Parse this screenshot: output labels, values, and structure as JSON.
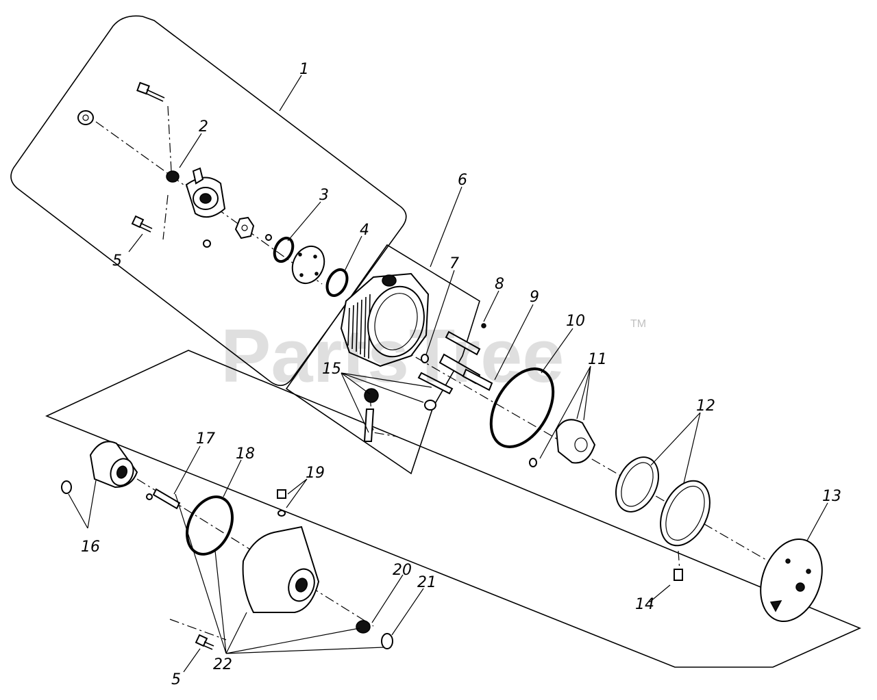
{
  "watermark": {
    "text": "PartsTree",
    "trademark": "TM"
  },
  "callouts": [
    "1",
    "2",
    "3",
    "4",
    "5",
    "6",
    "7",
    "8",
    "9",
    "10",
    "11",
    "12",
    "13",
    "14",
    "15",
    "16",
    "17",
    "18",
    "19",
    "20",
    "21",
    "22",
    "5"
  ]
}
